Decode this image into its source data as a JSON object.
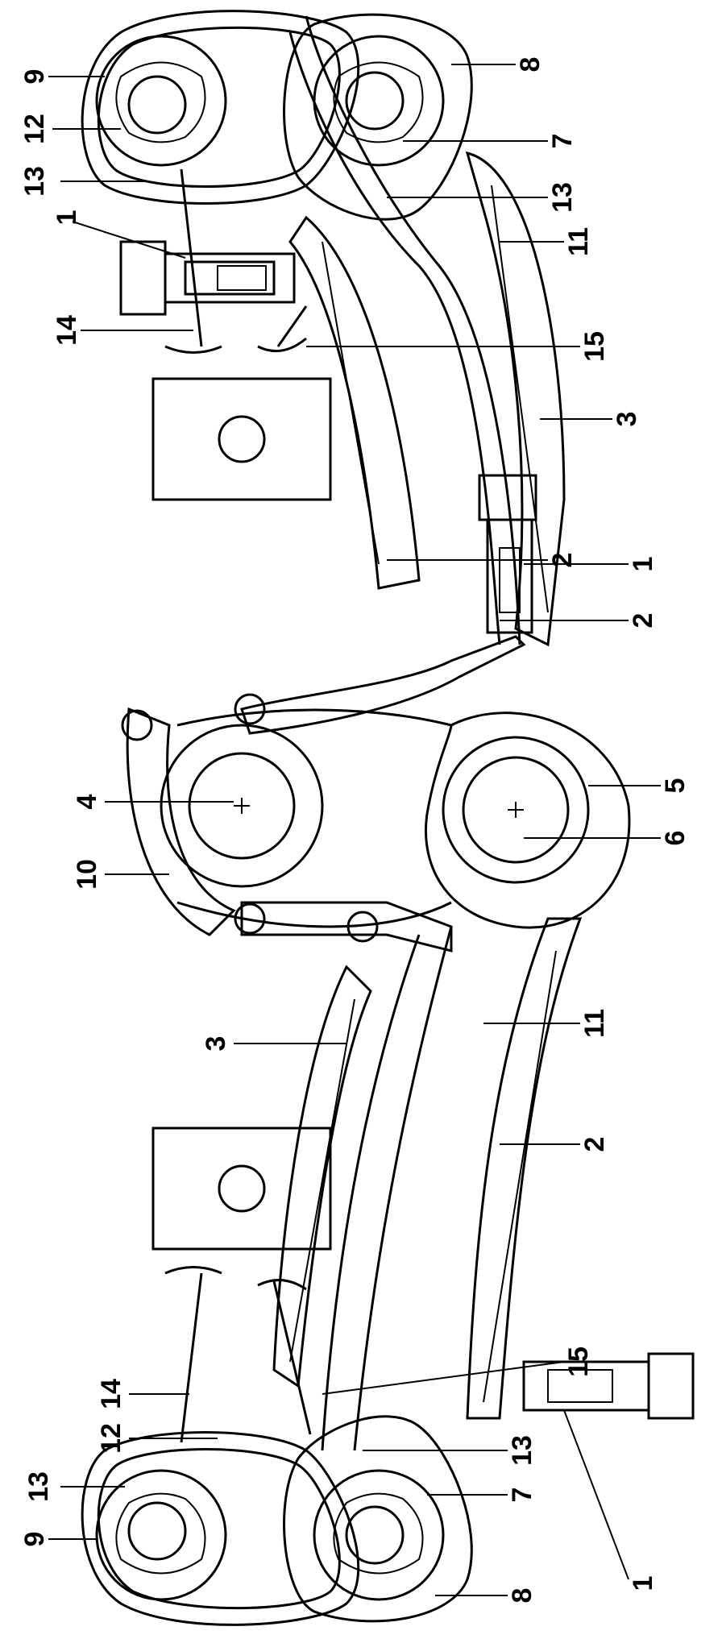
{
  "diagram": {
    "callouts": {
      "left": {
        "9_top": "9",
        "12_top": "12",
        "13_top": "13",
        "1_top": "1",
        "14_top": "14",
        "4": "4",
        "10": "10",
        "3": "3",
        "14_bottom": "14",
        "12_bottom": "12",
        "13_bottom": "13",
        "9_bottom": "9"
      },
      "right": {
        "8_top": "8",
        "7_top": "7",
        "13_top": "13",
        "11_top": "11",
        "15_top": "15",
        "3_top": "3",
        "2_upper": "2",
        "1_mid": "1",
        "2_mid": "2",
        "5": "5",
        "6": "6",
        "11_bottom": "11",
        "2_bottom": "2",
        "15_bottom": "15",
        "13_bottom": "13",
        "7_bottom": "7",
        "1_bottom": "1",
        "8_bottom": "8"
      }
    }
  }
}
